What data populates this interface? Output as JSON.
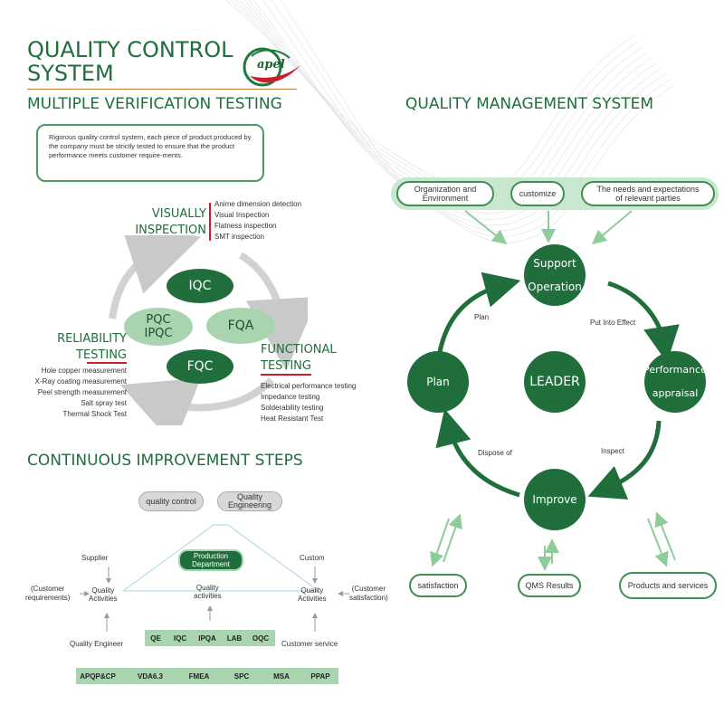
{
  "header": {
    "title": "QUALITY CONTROL\nSYSTEM",
    "logo_text": "apel"
  },
  "verification": {
    "heading": "MULTIPLE VERIFICATION TESTING",
    "intro": "Rigorous quality control system, each piece of product produced by the company must be strictly tested to ensure that the product performance meets customer require-ments.",
    "visually": {
      "title": "VISUALLY\nINSPECTION",
      "items": [
        "Anime dimension detection",
        "Visual Inspection",
        "Flatness inspection",
        "SMT inspection"
      ]
    },
    "functional": {
      "title": "FUNCTIONAL\nTESTING",
      "items": [
        "Electrical performance testing",
        "Impedance testing",
        "Solderability testing",
        "Heat Resistant Test"
      ]
    },
    "reliability": {
      "title": "RELIABILITY\nTESTING",
      "items": [
        "Hole copper measurement",
        "X-Ray coating measurement",
        "Peel strength measurement",
        "Salt spray test",
        "Thermal Shock Test"
      ]
    },
    "nodes": {
      "iqc": "IQC",
      "pqc": "PQC\nIPQC",
      "fqa": "FQA",
      "fqc": "FQC"
    }
  },
  "improvement": {
    "heading": "CONTINUOUS IMPROVEMENT STEPS",
    "quality_control": "quality control",
    "quality_engineering": "Quality\nEngineering",
    "production_department": "Production\nDepartment",
    "supplier": "Supplier",
    "custom": "Custom",
    "customer_requirements": "(Customer\nrequirements)",
    "customer_satisfaction": "(Customer\nsatisfaction)",
    "quality_activities_left": "Quality\nActivities",
    "quality_activities_mid": "Quality\nactivities",
    "quality_activities_right": "Quality\nActivities",
    "quality_engineer": "Quality Engineer",
    "customer_service": "Customer service",
    "row1": [
      "QE",
      "IQC",
      "IPQA",
      "LAB",
      "OQC"
    ],
    "row2": [
      "APQP&CP",
      "VDA6.3",
      "FMEA",
      "SPC",
      "MSA",
      "PPAP"
    ]
  },
  "qms": {
    "heading": "QUALITY MANAGEMENT SYSTEM",
    "inputs": [
      "Organization and\nEnvironment",
      "customize",
      "The needs and expectations\nof relevant parties"
    ],
    "support": "Support\nOperation",
    "plan": "Plan",
    "leader": "LEADER",
    "performance": "Performance\nappraisal",
    "improve": "Improve",
    "arrow_plan": "Plan",
    "arrow_effect": "Put Into Effect",
    "arrow_dispose": "Dispose of",
    "arrow_inspect": "Inspect",
    "outputs": [
      "satisfaction",
      "QMS Results",
      "Products and services"
    ]
  }
}
